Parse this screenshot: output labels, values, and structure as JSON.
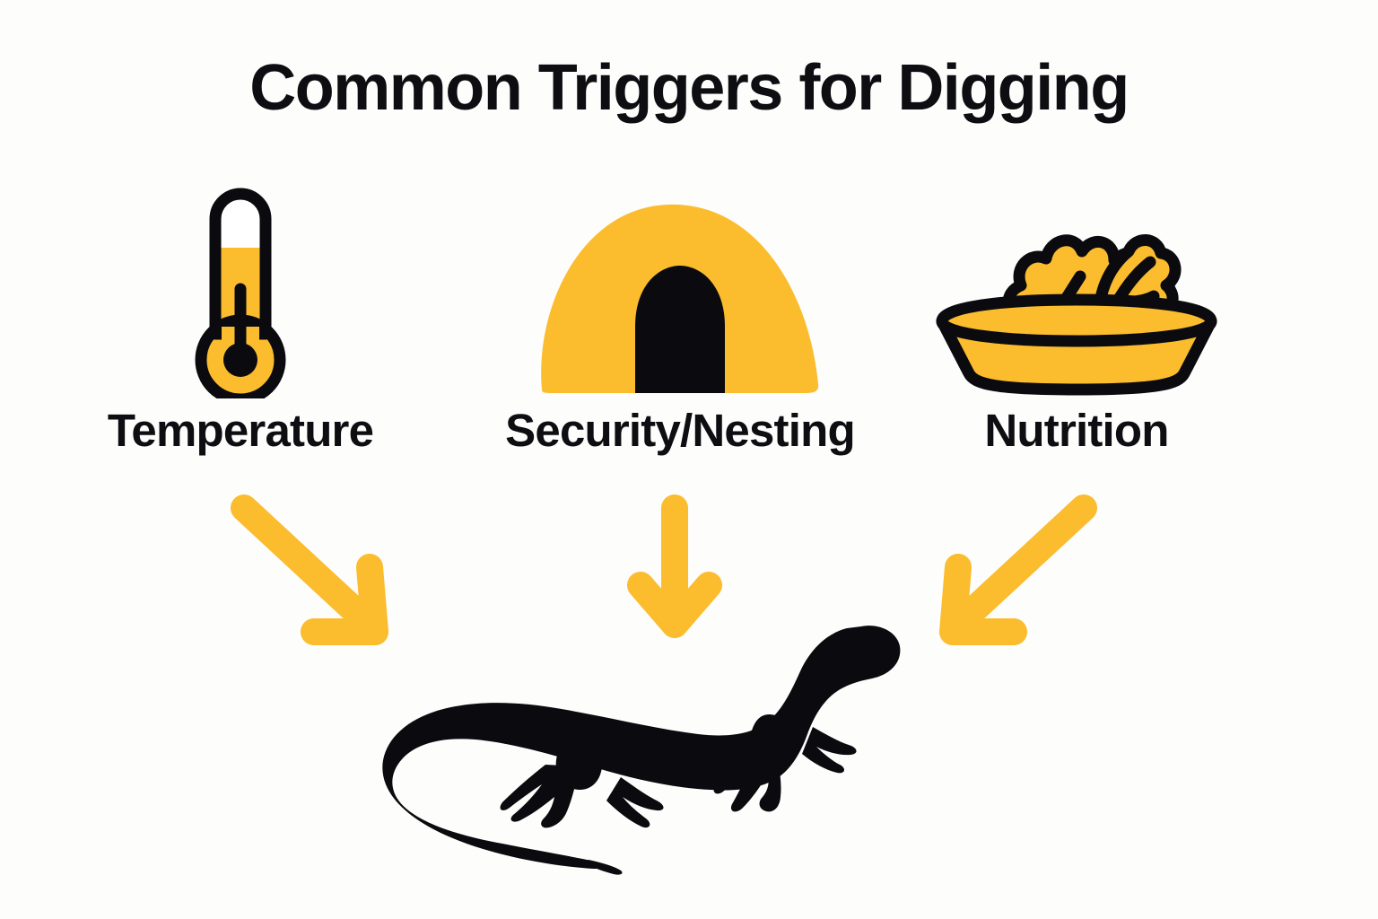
{
  "diagram": {
    "title": "Common Triggers for Digging",
    "type": "infographic-flow",
    "background_color": "#FDFDFC",
    "accent_color": "#FBBC2E",
    "text_color": "#0D0D12",
    "silhouette_color": "#0B0B0F"
  },
  "triggers": [
    {
      "id": "temperature",
      "label": "Temperature",
      "icon": "thermometer-icon",
      "icon_colors": {
        "outline": "#0B0B0F",
        "fill": "#FBBC2E",
        "tube": "#FFFFFF"
      },
      "arrow": {
        "name": "arrow-down-right-icon",
        "direction": "down-right"
      }
    },
    {
      "id": "security",
      "label": "Security/Nesting",
      "icon": "cave-hide-icon",
      "icon_colors": {
        "outline": "#FBBC2E",
        "fill": "#FBBC2E",
        "opening": "#0B0B0F"
      },
      "arrow": {
        "name": "arrow-down-icon",
        "direction": "down"
      }
    },
    {
      "id": "nutrition",
      "label": "Nutrition",
      "icon": "food-bowl-icon",
      "icon_colors": {
        "outline": "#0B0B0F",
        "fill": "#FBBC2E"
      },
      "arrow": {
        "name": "arrow-down-left-icon",
        "direction": "down-left"
      }
    }
  ],
  "subject": {
    "name": "lizard-silhouette",
    "description": "black lizard silhouette facing right with long curved tail",
    "color": "#0B0B0F"
  }
}
